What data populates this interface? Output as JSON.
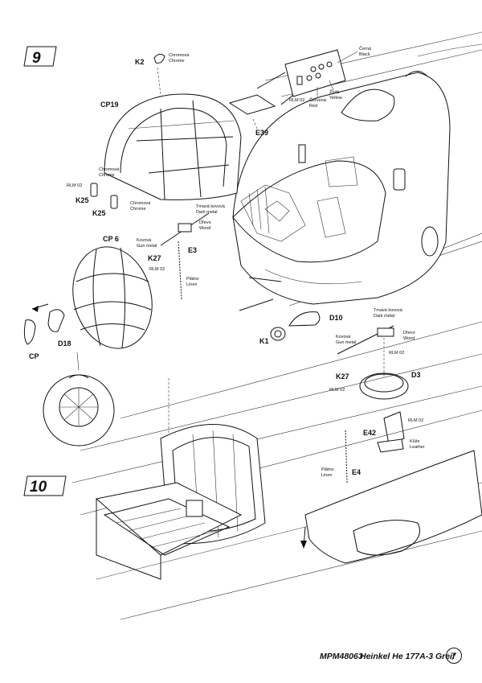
{
  "steps": [
    {
      "number": "9"
    },
    {
      "number": "10"
    }
  ],
  "parts": {
    "K2": "K2",
    "CP19": "CP19",
    "E39": "E39",
    "K25a": "K25",
    "K25b": "K25",
    "CP6": "CP 6",
    "K27a": "K27",
    "E3": "E3",
    "CP": "CP",
    "D18": "D18",
    "K1": "K1",
    "D10": "D10",
    "K27b": "K27",
    "D3": "D3",
    "E42": "E42",
    "E4": "E4"
  },
  "colors": {
    "chrome_cz": "Chromová",
    "chrome_en": "Chrome",
    "black_cz": "Černá",
    "black_en": "Black",
    "yellow_cz": "Žlutá",
    "yellow_en": "Yellow",
    "red_cz": "Červená",
    "red_en": "Red",
    "rlm02": "RLM 02",
    "gunmetal_cz": "Kovová",
    "gunmetal_en": "Gun metal",
    "darkmetal_cz": "Tmavá kovová",
    "darkmetal_en": "Dark metal",
    "wood_cz": "Dřevo",
    "wood_en": "Wood",
    "linen_cz": "Plátno",
    "linen_en": "Linen",
    "leather_cz": "Kůže",
    "leather_en": "Leather"
  },
  "footer": {
    "kit": "MPM48063",
    "title": "Heinkel He 177A-3 Greif",
    "page_number": "7"
  }
}
